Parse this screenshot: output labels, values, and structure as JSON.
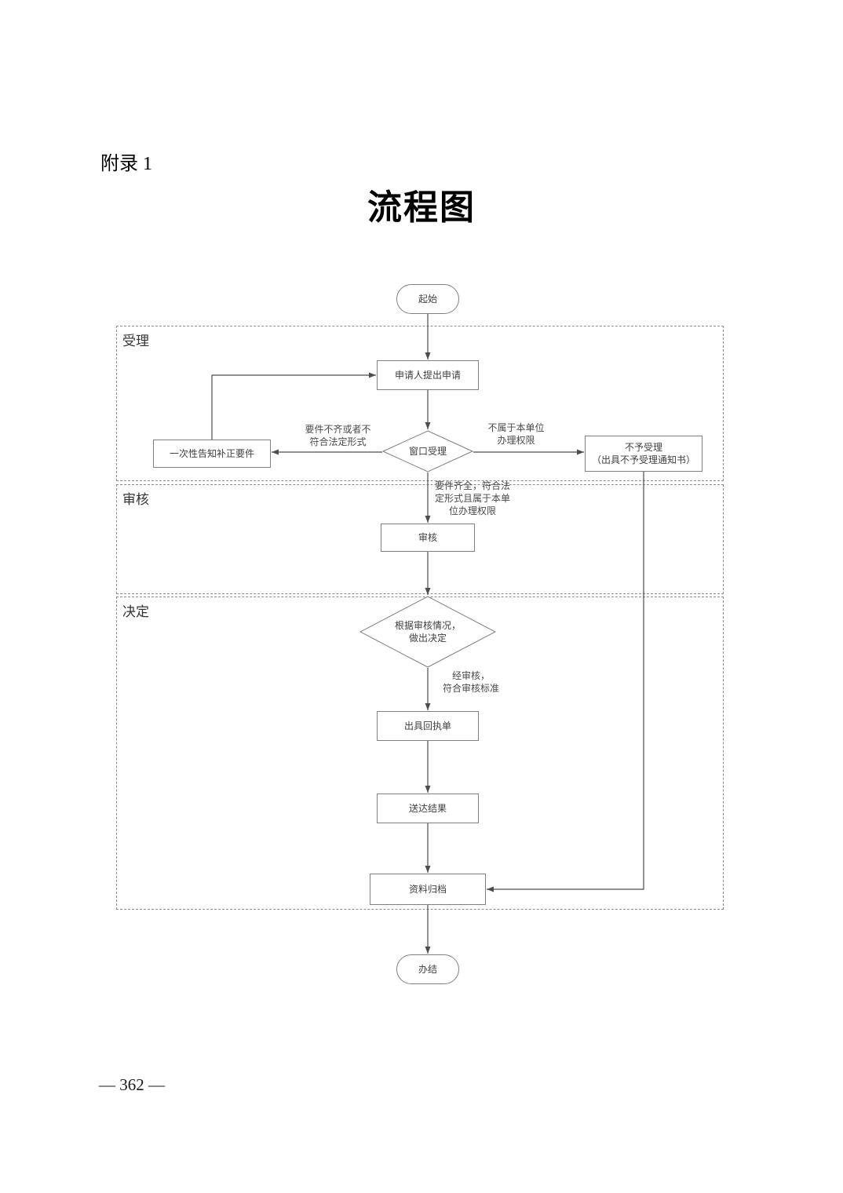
{
  "page": {
    "appendix_label": "附录 1",
    "title": "流程图",
    "page_number": "— 362 —"
  },
  "lanes": {
    "accept": "受理",
    "review": "审核",
    "decide": "决定"
  },
  "nodes": {
    "start": "起始",
    "apply": "申请人提出申请",
    "window_decision": "窗口受理",
    "notify_correction": "一次性告知补正要件",
    "reject": "不予受理\n（出具不予受理通知书）",
    "review": "审核",
    "final_decision": "根据审核情况，\n做出决定",
    "issue_receipt": "出具回执单",
    "deliver_result": "送达结果",
    "archive": "资料归档",
    "end": "办结"
  },
  "edge_labels": {
    "incomplete": "要件不齐或者不\n符合法定形式",
    "not_authority": "不属于本单位\n办理权限",
    "complete": "要件齐全，符合法\n定形式且属于本单\n位办理权限",
    "pass_review": "经审核，\n符合审核标准"
  }
}
